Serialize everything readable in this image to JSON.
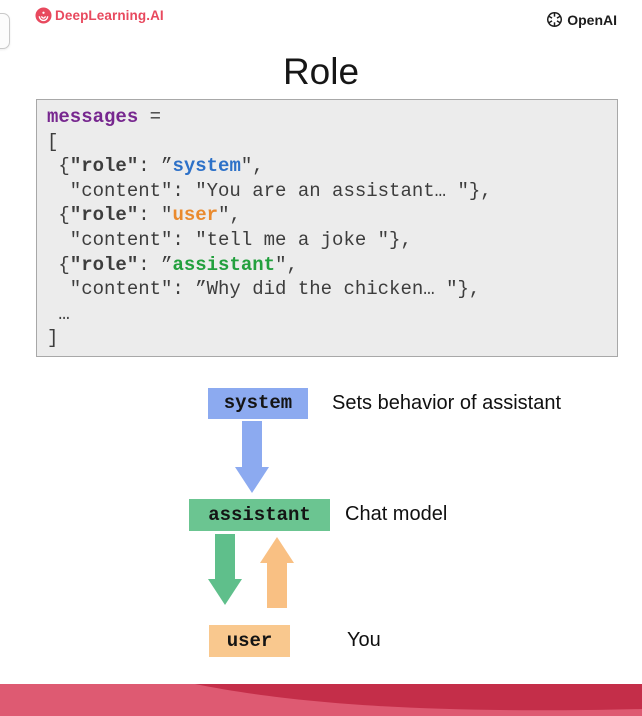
{
  "header": {
    "deeplearning_label": "DeepLearning.AI",
    "openai_label": "OpenAI"
  },
  "title": "Role",
  "code": {
    "lines": [
      [
        {
          "t": "messages",
          "cls": "purple bold"
        },
        {
          "t": " ="
        }
      ],
      [
        {
          "t": "["
        }
      ],
      [
        {
          "t": " {"
        },
        {
          "t": "\"role\"",
          "cls": "bold"
        },
        {
          "t": ": ”"
        },
        {
          "t": "system",
          "cls": "blue bold"
        },
        {
          "t": "\","
        }
      ],
      [
        {
          "t": "  \"content\": \"You are an assistant… \"},"
        }
      ],
      [
        {
          "t": " {"
        },
        {
          "t": "\"role\"",
          "cls": "bold"
        },
        {
          "t": ": \""
        },
        {
          "t": "user",
          "cls": "orange bold"
        },
        {
          "t": "\","
        }
      ],
      [
        {
          "t": "  \"content\": \"tell me a joke \"},"
        }
      ],
      [
        {
          "t": " {"
        },
        {
          "t": "\"role\"",
          "cls": "bold"
        },
        {
          "t": ": ”"
        },
        {
          "t": "assistant",
          "cls": "green bold"
        },
        {
          "t": "\","
        }
      ],
      [
        {
          "t": "  \"content\": ”Why did the chicken… \"},"
        }
      ],
      [
        {
          "t": " …"
        }
      ],
      [
        {
          "t": "]"
        }
      ]
    ]
  },
  "diagram": {
    "nodes": [
      {
        "id": "system",
        "label": "system",
        "description": "Sets behavior of assistant",
        "color": "#8caaf0"
      },
      {
        "id": "assistant",
        "label": "assistant",
        "description": "Chat model",
        "color": "#6bc591"
      },
      {
        "id": "user",
        "label": "user",
        "description": "You",
        "color": "#f9c88e"
      }
    ],
    "arrows": [
      {
        "id": "system-to-assistant",
        "direction": "down",
        "color": "#8caaf0"
      },
      {
        "id": "assistant-to-user",
        "direction": "down",
        "color": "#5fbf8b"
      },
      {
        "id": "user-to-assistant",
        "direction": "up",
        "color": "#f9c083"
      }
    ]
  },
  "colors": {
    "brand_red": "#e8495e",
    "openai_black": "#1c1c1c",
    "code_background": "#ececec",
    "code_border": "#a8a8a8",
    "code_text": "#3d3d3d",
    "keyword_purple": "#77278f",
    "keyword_blue": "#2d71c8",
    "keyword_orange": "#ea8a2d",
    "keyword_green": "#23a03e",
    "band_light": "#de5a72",
    "band_dark": "#c42e49"
  }
}
